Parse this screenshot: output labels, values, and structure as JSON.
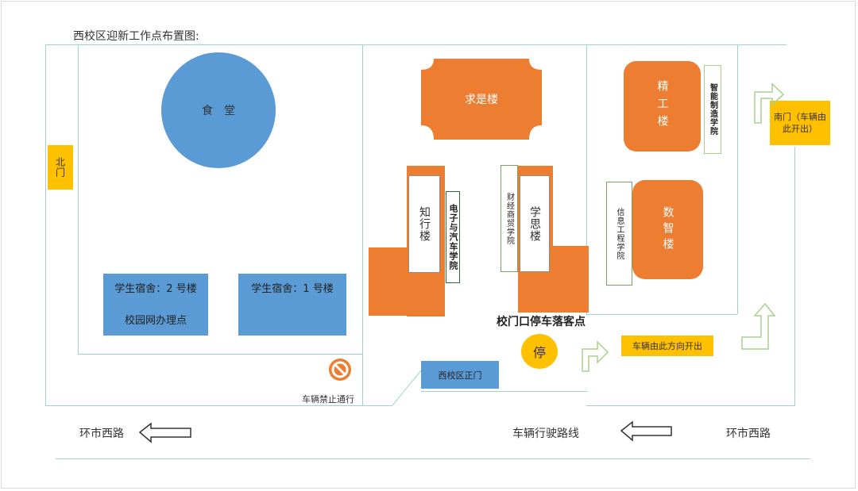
{
  "title": "西校区迎新工作点布置图:",
  "buildings": {
    "canteen": "食　堂",
    "qiushi": "求是楼",
    "zhixing": "知行楼",
    "electronic_college": "电子与汽车学院",
    "finance_college": "财经商贸学院",
    "xuesi": "学思楼",
    "jinggong": "精工楼",
    "smart_college": "智能制造学院",
    "info_college": "信息工程学院",
    "shuzhi": "数智楼",
    "dorm2": "学生宿舍：2 号楼",
    "campus_net": "校园网办理点",
    "dorm1": "学生宿舍：1 号楼"
  },
  "gates": {
    "north": "北门",
    "south": "南门（车辆由此开出）",
    "main": "西校区正门"
  },
  "traffic": {
    "drop_off": "校门口停车落客点",
    "stop_sign": "停",
    "exit_direction": "车辆由此方向开出",
    "no_entry": "车辆禁止通行",
    "route": "车辆行驶路线"
  },
  "roads": {
    "left": "环市西路",
    "right": "环市西路"
  },
  "colors": {
    "building": "#ed7d31",
    "facility": "#5b9bd5",
    "gate": "#ffc000",
    "road_line": "#9fd3d0",
    "arrow": "#a9d18e"
  }
}
